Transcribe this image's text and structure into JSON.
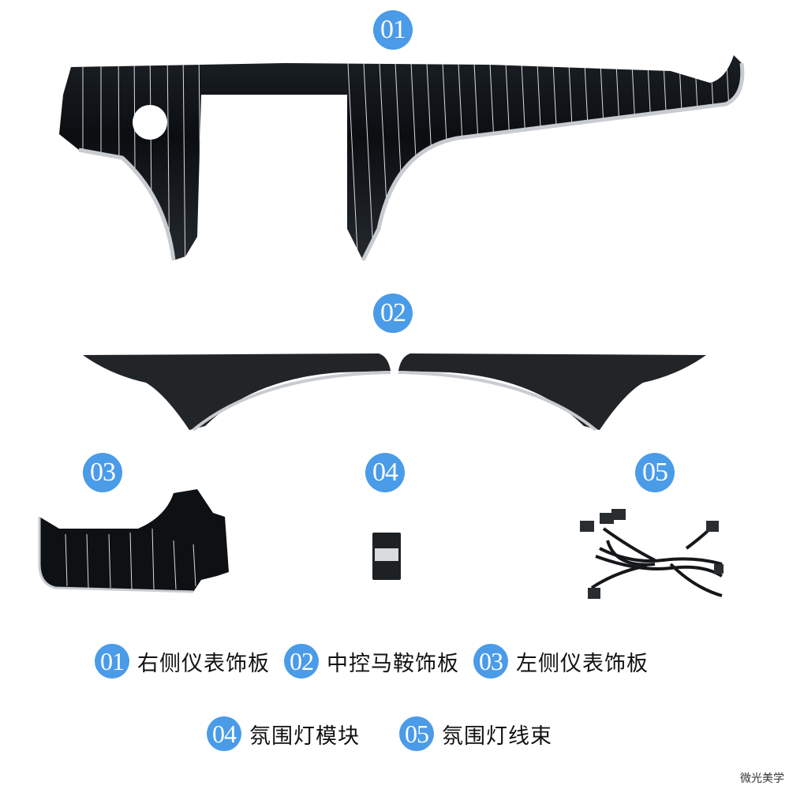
{
  "colors": {
    "badge": "#4a9be8",
    "panel": "#0e1114",
    "trim": "#c8ccd0",
    "text": "#111111"
  },
  "parts": [
    {
      "number": "01",
      "label": "右侧仪表饰板"
    },
    {
      "number": "02",
      "label": "中控马鞍饰板"
    },
    {
      "number": "03",
      "label": "左侧仪表饰板"
    },
    {
      "number": "04",
      "label": "氛围灯模块"
    },
    {
      "number": "05",
      "label": "氛围灯线束"
    }
  ],
  "watermark": "微光美学"
}
